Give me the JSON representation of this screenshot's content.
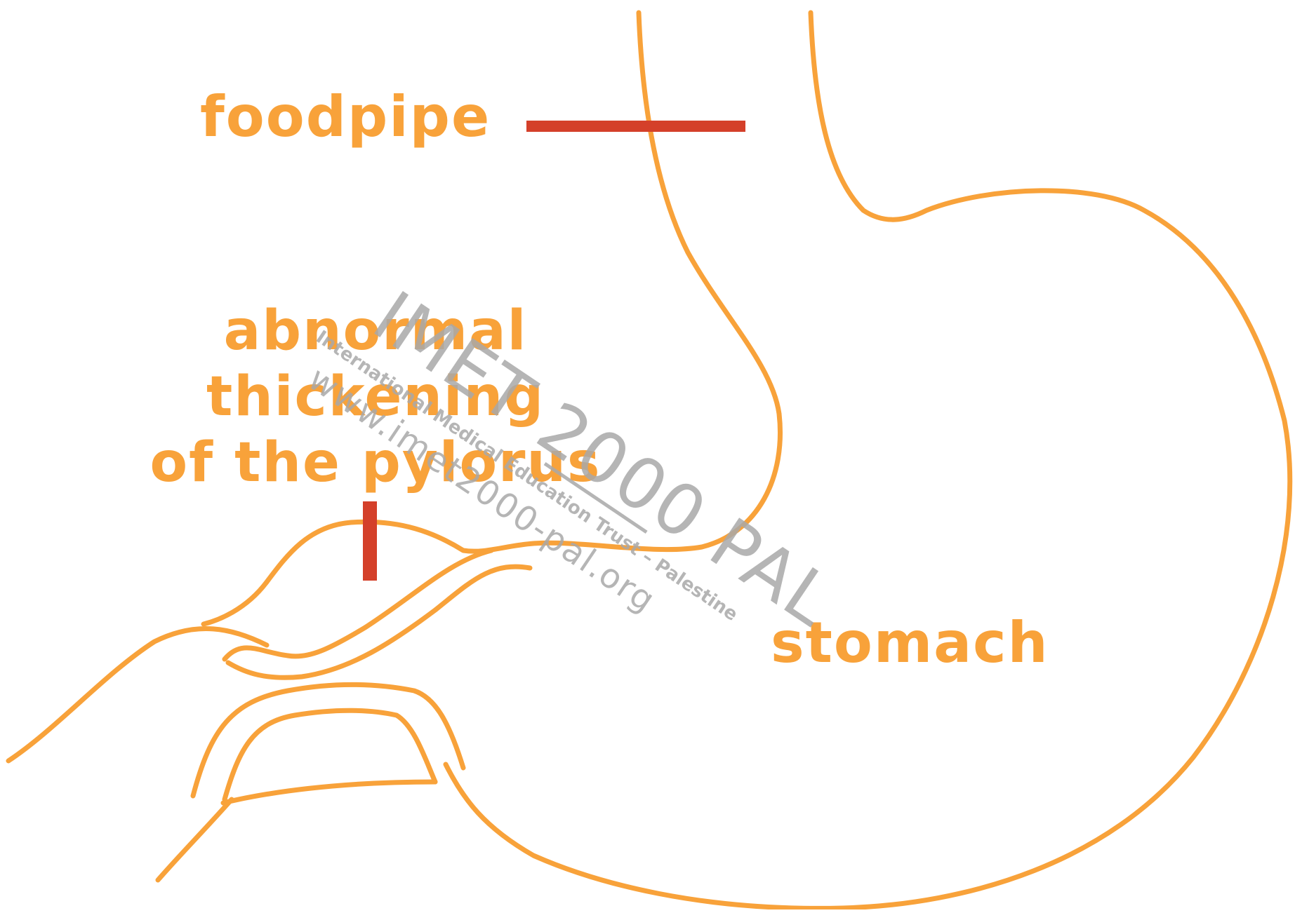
{
  "diagram": {
    "labels": {
      "foodpipe": "foodpipe",
      "pylorus_line1": "abnormal",
      "pylorus_line2": "thickening",
      "pylorus_line3": "of the pylorus",
      "stomach": "stomach"
    },
    "watermark": {
      "logo_text": "IMET 2000 PAL",
      "subtitle": "International Medical Education Trust – Palestine",
      "url": "www.imet2000-pal.org"
    },
    "colors": {
      "outline": "#F8A23A",
      "label": "#F8A23A",
      "pointer": "#D4402A",
      "watermark": "#A9A9A9",
      "background": "#FFFFFF"
    }
  }
}
